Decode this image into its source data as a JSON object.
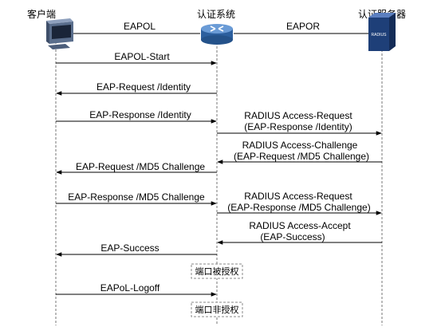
{
  "participants": [
    {
      "id": "client",
      "label": "客户端",
      "icon": "computer-icon"
    },
    {
      "id": "auth_system",
      "label": "认证系统",
      "icon": "router-icon"
    },
    {
      "id": "auth_server",
      "label": "认证服务器",
      "icon": "radius-server-icon"
    }
  ],
  "server_badge": "RADIUS",
  "channels": {
    "left": "EAPOL",
    "right": "EAPOR"
  },
  "messages": {
    "m1": "EAPOL-Start",
    "m2": "EAP-Request /Identity",
    "m3": "EAP-Response /Identity",
    "m4_line1": "RADIUS Access-Request",
    "m4_line2": "(EAP-Response /Identity)",
    "m5_line1": "RADIUS Access-Challenge",
    "m5_line2": "(EAP-Request /MD5 Challenge)",
    "m6": "EAP-Request /MD5 Challenge",
    "m7": "EAP-Response /MD5 Challenge",
    "m8_line1": "RADIUS Access-Request",
    "m8_line2": "(EAP-Response /MD5 Challenge)",
    "m9_line1": "RADIUS Access-Accept",
    "m9_line2": "(EAP-Success)",
    "m10": "EAP-Success",
    "m11": "EAPoL-Logoff"
  },
  "notes": {
    "authorized": "端口被授权",
    "unauthorized": "端口非授权"
  },
  "colors": {
    "line": "#000000",
    "lifeline": "#777777",
    "computer_body": "#5a6e8c",
    "router_body": "#3d74b7",
    "server_body": "#1e3f78"
  }
}
